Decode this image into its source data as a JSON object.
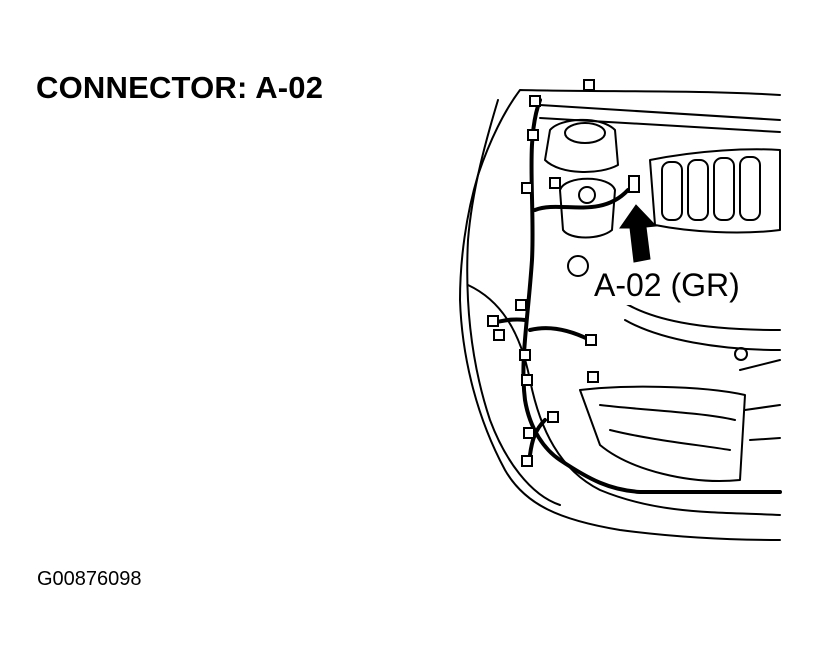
{
  "title": "CONNECTOR: A-02",
  "callout": "A-02 (GR)",
  "figure_code": "G00876098"
}
